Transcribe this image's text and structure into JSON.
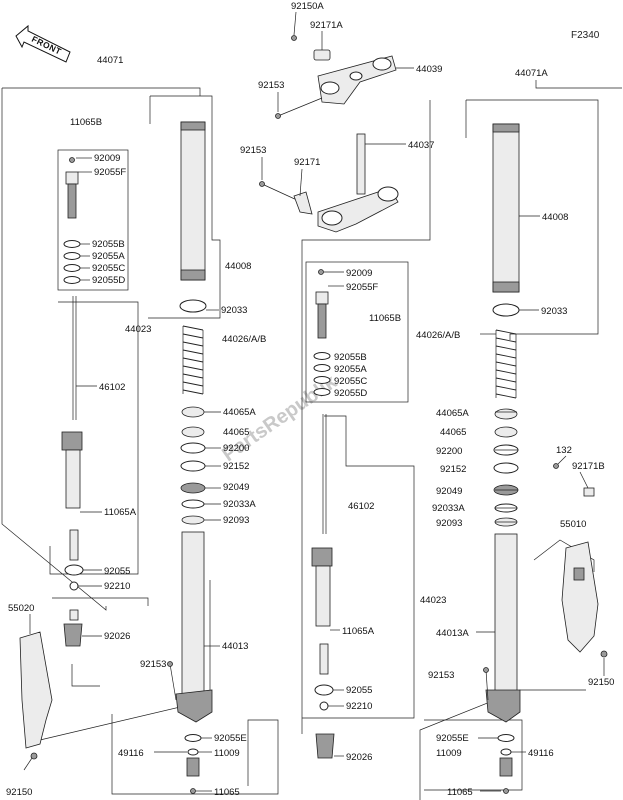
{
  "figure_code": "F2340",
  "front_label": "FRONT",
  "watermark": "PartsRepublik",
  "labels": [
    "92150A",
    "92171A",
    "44039",
    "92153",
    "44037",
    "92153",
    "92171",
    "44071",
    "44071A",
    "11065B",
    "92009",
    "92055F",
    "92055B",
    "92055A",
    "92055C",
    "92055D",
    "44008",
    "92033",
    "44026/A/B",
    "44023",
    "46102",
    "44065A",
    "44065",
    "92200",
    "92152",
    "92049",
    "92033A",
    "92093",
    "11065A",
    "92055",
    "92210",
    "92026",
    "44013",
    "92153",
    "55020",
    "92150",
    "92055E",
    "11009",
    "49116",
    "11065",
    "92009",
    "92055F",
    "11065B",
    "92055B",
    "92055A",
    "92055C",
    "92055D",
    "44008",
    "92033",
    "44026/A/B",
    "44065A",
    "44065",
    "92200",
    "92152",
    "92049",
    "92033A",
    "92093",
    "46102",
    "44023",
    "44013A",
    "11065A",
    "92153",
    "92055",
    "92210",
    "92026",
    "132",
    "92171B",
    "55010",
    "92150",
    "92055E",
    "11009",
    "49116",
    "11065"
  ]
}
